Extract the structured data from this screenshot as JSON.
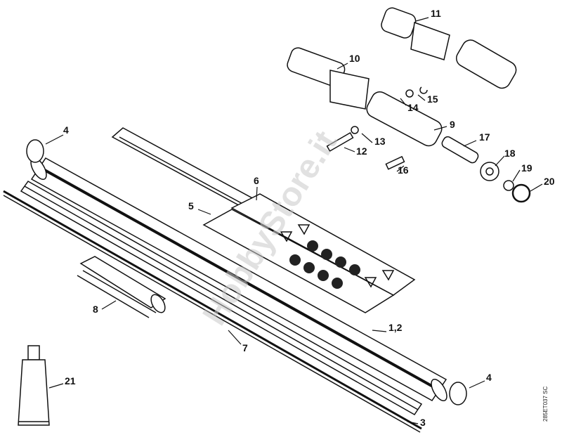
{
  "diagram": {
    "callouts": {
      "c11": "11",
      "c10": "10",
      "c15": "15",
      "c14": "14",
      "c9": "9",
      "c17": "17",
      "c13": "13",
      "c12": "12",
      "c18": "18",
      "c19": "19",
      "c16": "16",
      "c20": "20",
      "c4a": "4",
      "c6": "6",
      "c5": "5",
      "c8": "8",
      "c12b": "1,2",
      "c7": "7",
      "c4b": "4",
      "c21": "21",
      "c3": "3"
    },
    "drawing_code": "285ET037 SC",
    "watermark": "HobbyStore.it"
  }
}
